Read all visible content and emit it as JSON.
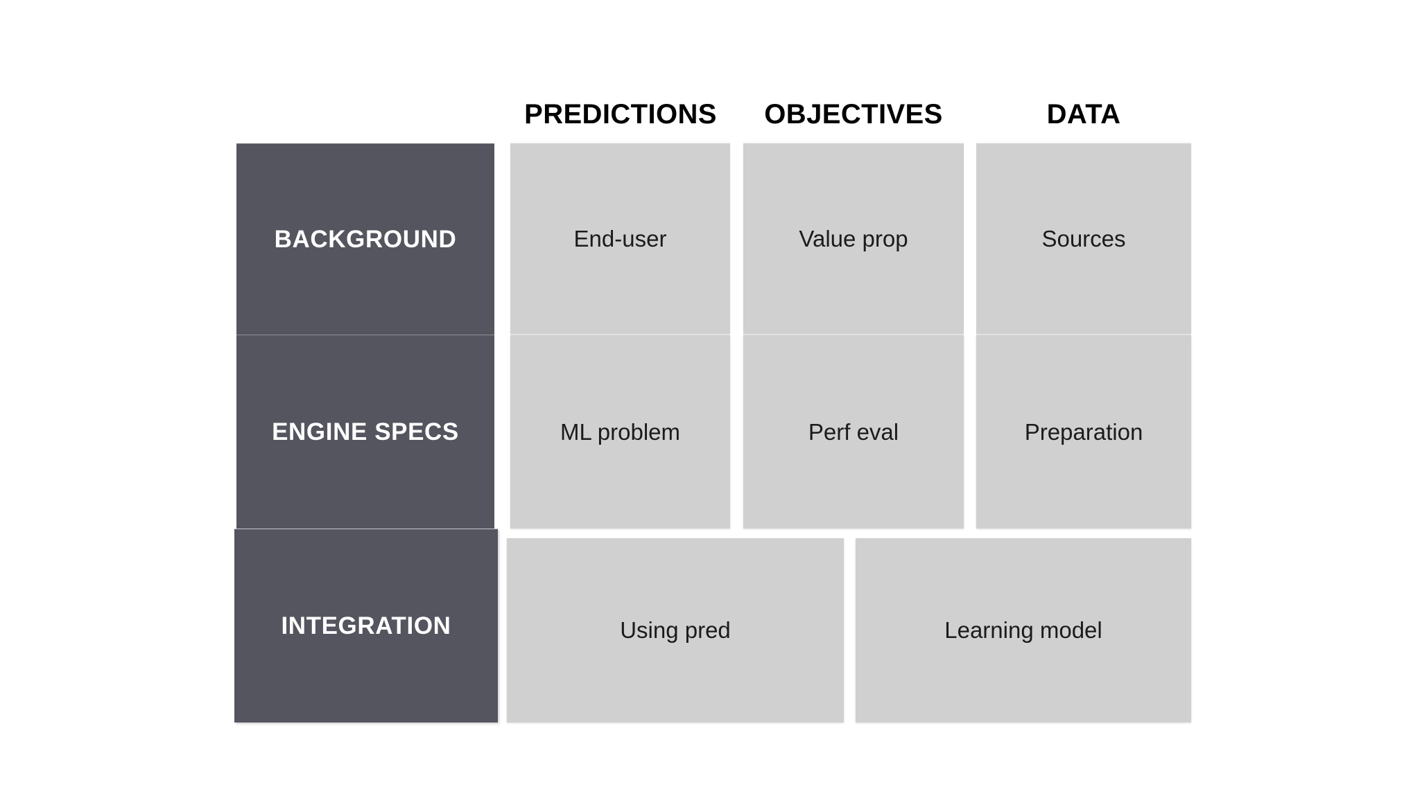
{
  "canvas": {
    "background_color": "#ffffff",
    "dark_cell_color": "#55555f",
    "light_cell_color": "#d0d0d1",
    "header_text_color": "#000000",
    "dark_cell_text_color": "#ffffff",
    "light_cell_text_color": "#1b1b1b"
  },
  "column_headers": [
    {
      "label": "PREDICTIONS"
    },
    {
      "label": "OBJECTIVES"
    },
    {
      "label": "DATA"
    }
  ],
  "row_headers": [
    {
      "label": "BACKGROUND"
    },
    {
      "label": "ENGINE SPECS"
    },
    {
      "label": "INTEGRATION"
    }
  ],
  "rows": [
    {
      "row_label": "BACKGROUND",
      "cells": [
        {
          "label": "End-user"
        },
        {
          "label": "Value prop"
        },
        {
          "label": "Sources"
        }
      ]
    },
    {
      "row_label": "ENGINE SPECS",
      "cells": [
        {
          "label": "ML problem"
        },
        {
          "label": "Perf eval"
        },
        {
          "label": "Preparation"
        }
      ]
    },
    {
      "row_label": "INTEGRATION",
      "cells": [
        {
          "label": "Using pred"
        },
        {
          "label": "Learning model"
        }
      ]
    }
  ]
}
